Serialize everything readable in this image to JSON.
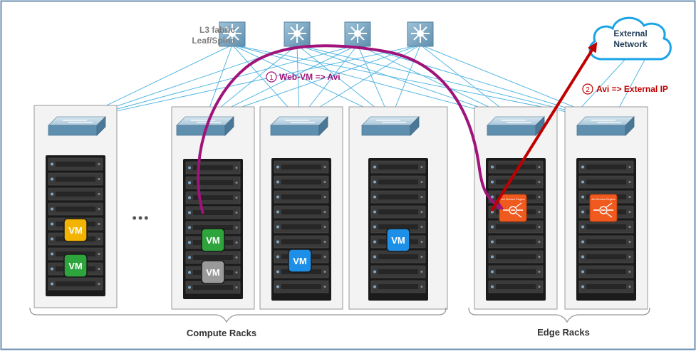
{
  "fabric": {
    "label_line1": "L3 fabric",
    "label_line2": "Leaf/Spine",
    "spine_count": 4
  },
  "external_network": {
    "line1": "External",
    "line2": "Network"
  },
  "flows": [
    {
      "step": "1",
      "label": "Web-VM => Avi",
      "color": "#a0137a"
    },
    {
      "step": "2",
      "label": "Avi => External IP",
      "color": "#c00000"
    }
  ],
  "groups": {
    "compute": "Compute Racks",
    "edge": "Edge Racks"
  },
  "ellipsis": "•••",
  "vm_label": "VM",
  "service_engine_label": "Avi Service Engine",
  "colors": {
    "link": "#55b7e3",
    "vm_yellow": "#f2b400",
    "vm_green": "#2ea43c",
    "vm_gray": "#9a9a9a",
    "vm_blue": "#1e8fe6",
    "service_engine": "#f05a1e",
    "cloud_border": "#1aa3e8"
  }
}
